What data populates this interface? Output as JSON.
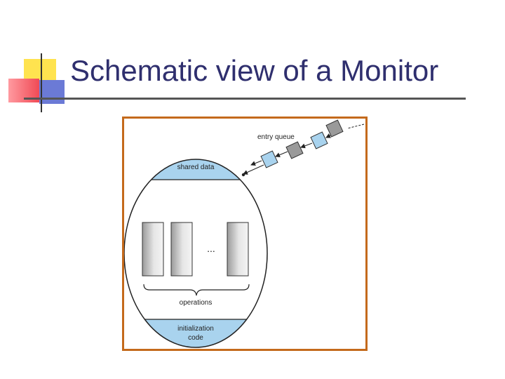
{
  "slide": {
    "title": "Schematic view of a Monitor"
  },
  "diagram": {
    "entry_queue_label": "entry queue",
    "shared_data_label": "shared data",
    "ellipsis": "...",
    "operations_label": "operations",
    "init_line1": "initialization",
    "init_line2": "code",
    "colors": {
      "frame": "#c46a1c",
      "band_fill": "#a9d3ee",
      "queue_blue": "#a9d3ee",
      "queue_gray": "#9a9a9a",
      "title": "#2f2f6e"
    }
  }
}
